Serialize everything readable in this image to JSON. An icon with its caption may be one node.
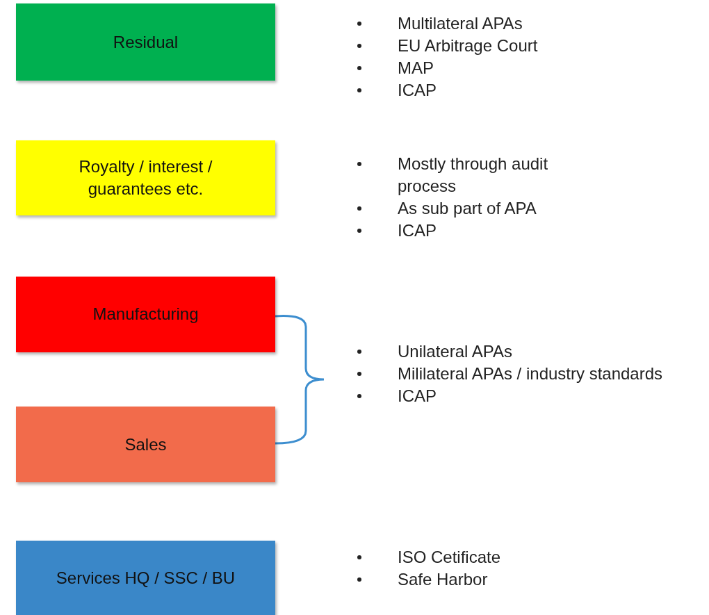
{
  "diagram": {
    "nodes": [
      {
        "text": [
          "Residual"
        ]
      },
      {
        "text": [
          "Royalty / interest / guarantees etc."
        ]
      },
      {
        "text": [
          "Manufacturing"
        ]
      },
      {
        "text": [
          "Sales"
        ]
      },
      {
        "text": [
          "Services HQ / SSC / BU"
        ]
      }
    ],
    "edges": [],
    "labels": [
      "Multilateral APAs",
      "EU Arbitrage Court",
      "MAP",
      "ICAP",
      "Mostly through audit process",
      "As sub part of APA",
      "ICAP",
      "Unilateral APAs",
      "Mililateral APAs / industry standards",
      "ICAP",
      "ISO Cetificate",
      "Safe Harbor"
    ]
  }
}
